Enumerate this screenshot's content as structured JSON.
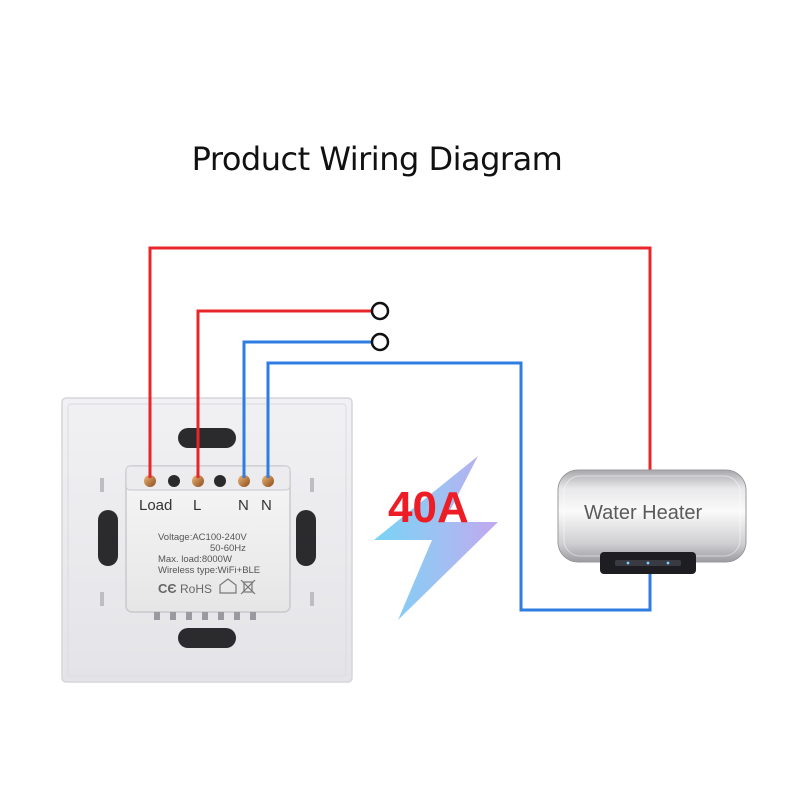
{
  "title": "Product Wiring Diagram",
  "terminals": [
    "Load",
    "L",
    "N",
    "N"
  ],
  "specs": {
    "voltage": "Voltage:AC100-240V",
    "frequency": "50-60Hz",
    "max_load": "Max. load:8000W",
    "wireless": "Wireless type:WiFi+BLE",
    "cert": "RoHS"
  },
  "rating": "40A",
  "appliance": "Water Heater",
  "colors": {
    "live": "#e8262a",
    "neutral": "#2f7de1",
    "bolt_left": "#79d3f5",
    "bolt_right": "#b9a8ef"
  },
  "icons": [
    "house-icon",
    "crossed-bin-icon",
    "lightning-bolt-icon"
  ]
}
